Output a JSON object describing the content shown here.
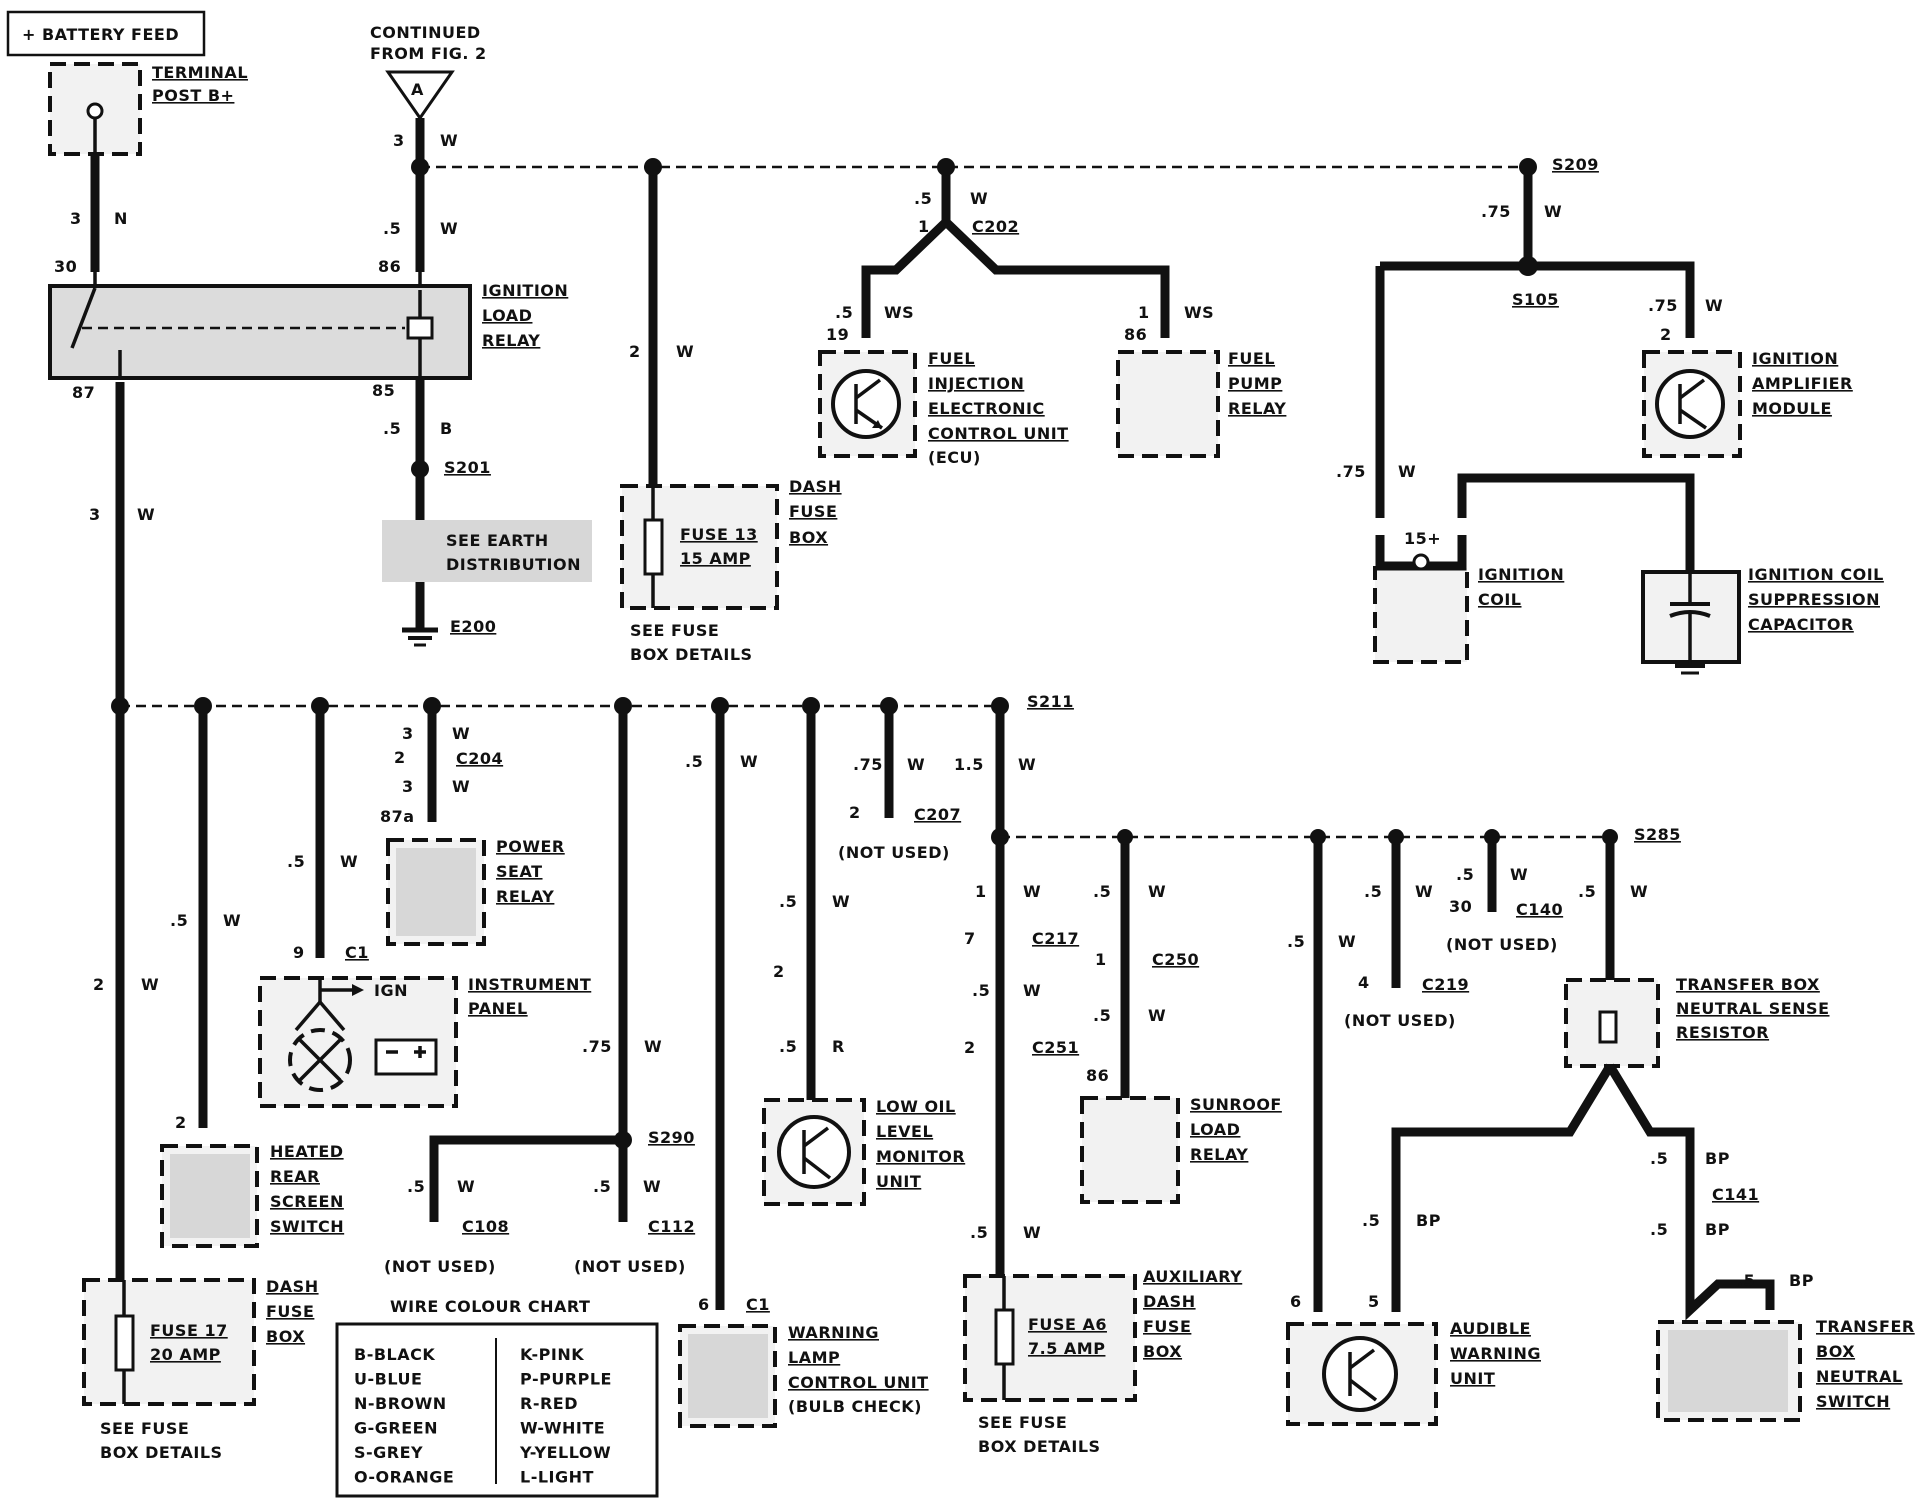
{
  "battery_feed": "+ BATTERY FEED",
  "continued": [
    "CONTINUED",
    "FROM FIG. 2"
  ],
  "connector_a": "A",
  "terminal_post": [
    "TERMINAL",
    "POST B+"
  ],
  "ignition_load_relay": [
    "IGNITION",
    "LOAD",
    "RELAY"
  ],
  "relay_pins": {
    "p30": "30",
    "p86": "86",
    "p87": "87",
    "p85": "85"
  },
  "splices": {
    "s209": "S209",
    "s105": "S105",
    "s201": "S201",
    "s211": "S211",
    "s285": "S285",
    "s290": "S290"
  },
  "earth": {
    "note": [
      "SEE EARTH",
      "DISTRIBUTION"
    ],
    "id": "E200"
  },
  "dash_fuse_box": [
    "DASH",
    "FUSE",
    "BOX"
  ],
  "fuse13": [
    "FUSE 13",
    "15 AMP"
  ],
  "fuse17": [
    "FUSE 17",
    "20 AMP"
  ],
  "fuseA6": [
    "FUSE A6",
    "7.5 AMP"
  ],
  "see_fuse": [
    "SEE FUSE",
    "BOX DETAILS"
  ],
  "auxiliary_fuse_box": [
    "AUXILIARY",
    "DASH",
    "FUSE",
    "BOX"
  ],
  "components": {
    "ecu": [
      "FUEL",
      "INJECTION",
      "ELECTRONIC",
      "CONTROL UNIT",
      "(ECU)"
    ],
    "fuel_pump_relay": [
      "FUEL",
      "PUMP",
      "RELAY"
    ],
    "ignition_amp": [
      "IGNITION",
      "AMPLIFIER",
      "MODULE"
    ],
    "ignition_coil": [
      "IGNITION",
      "COIL"
    ],
    "capacitor": [
      "IGNITION COIL",
      "SUPPRESSION",
      "CAPACITOR"
    ],
    "power_seat_relay": [
      "POWER",
      "SEAT",
      "RELAY"
    ],
    "instrument_panel": [
      "INSTRUMENT",
      "PANEL"
    ],
    "ign_label": "IGN",
    "heated_rear": [
      "HEATED",
      "REAR",
      "SCREEN",
      "SWITCH"
    ],
    "low_oil": [
      "LOW OIL",
      "LEVEL",
      "MONITOR",
      "UNIT"
    ],
    "warning_lamp": [
      "WARNING",
      "LAMP",
      "CONTROL UNIT",
      "(BULB CHECK)"
    ],
    "sunroof_relay": [
      "SUNROOF",
      "LOAD",
      "RELAY"
    ],
    "audible_warning": [
      "AUDIBLE",
      "WARNING",
      "UNIT"
    ],
    "transfer_resistor": [
      "TRANSFER BOX",
      "NEUTRAL SENSE",
      "RESISTOR"
    ],
    "transfer_switch": [
      "TRANSFER",
      "BOX",
      "NEUTRAL",
      "SWITCH"
    ]
  },
  "connectors": {
    "c202": "C202",
    "c204": "C204",
    "c207": "C207",
    "c217": "C217",
    "c250": "C250",
    "c251": "C251",
    "c140": "C140",
    "c219": "C219",
    "c141": "C141",
    "c108": "C108",
    "c112": "C112",
    "c1": "C1"
  },
  "not_used": "(NOT USED)",
  "coil_terminal": "15+",
  "wire_chart": {
    "title": "WIRE COLOUR CHART",
    "left": [
      "B-BLACK",
      "U-BLUE",
      "N-BROWN",
      "G-GREEN",
      "S-GREY",
      "O-ORANGE"
    ],
    "right": [
      "K-PINK",
      "P-PURPLE",
      "R-RED",
      "W-WHITE",
      "Y-YELLOW",
      "L-LIGHT"
    ]
  },
  "wire_labels": [
    [
      "3",
      393,
      146
    ],
    [
      "W",
      440,
      146
    ],
    [
      "3",
      70,
      224
    ],
    [
      "N",
      114,
      224
    ],
    [
      ".5",
      383,
      234
    ],
    [
      "W",
      440,
      234
    ],
    [
      "2",
      629,
      357
    ],
    [
      "W",
      676,
      357
    ],
    [
      ".5",
      914,
      204
    ],
    [
      "W",
      970,
      204
    ],
    [
      "1",
      918,
      232
    ],
    [
      ".5",
      835,
      318
    ],
    [
      "WS",
      884,
      318
    ],
    [
      "19",
      826,
      340
    ],
    [
      "1",
      1138,
      318
    ],
    [
      "WS",
      1184,
      318
    ],
    [
      "86",
      1124,
      340
    ],
    [
      ".75",
      1481,
      217
    ],
    [
      "W",
      1544,
      217
    ],
    [
      ".75",
      1648,
      311
    ],
    [
      "W",
      1705,
      311
    ],
    [
      "2",
      1660,
      340
    ],
    [
      ".75",
      1336,
      477
    ],
    [
      "W",
      1398,
      477
    ],
    [
      ".5",
      383,
      434
    ],
    [
      "B",
      440,
      434
    ],
    [
      "3",
      89,
      520
    ],
    [
      "W",
      137,
      520
    ],
    [
      "3",
      402,
      739
    ],
    [
      "W",
      452,
      739
    ],
    [
      "2",
      394,
      763
    ],
    [
      "3",
      402,
      792
    ],
    [
      "W",
      452,
      792
    ],
    [
      "87a",
      380,
      822
    ],
    [
      ".5",
      287,
      867
    ],
    [
      "W",
      340,
      867
    ],
    [
      "9",
      293,
      958
    ],
    [
      ".5",
      170,
      926
    ],
    [
      "W",
      223,
      926
    ],
    [
      "2",
      93,
      990
    ],
    [
      "W",
      141,
      990
    ],
    [
      "2",
      175,
      1128
    ],
    [
      ".5",
      685,
      767
    ],
    [
      "W",
      740,
      767
    ],
    [
      ".75",
      853,
      770
    ],
    [
      "W",
      907,
      770
    ],
    [
      "2",
      849,
      818
    ],
    [
      "1.5",
      954,
      770
    ],
    [
      "W",
      1018,
      770
    ],
    [
      ".5",
      779,
      907
    ],
    [
      "W",
      832,
      907
    ],
    [
      "2",
      773,
      977
    ],
    [
      ".5",
      779,
      1052
    ],
    [
      "R",
      832,
      1052
    ],
    [
      ".75",
      582,
      1052
    ],
    [
      "W",
      644,
      1052
    ],
    [
      ".5",
      407,
      1192
    ],
    [
      "W",
      457,
      1192
    ],
    [
      ".5",
      593,
      1192
    ],
    [
      "W",
      643,
      1192
    ],
    [
      "1",
      975,
      897
    ],
    [
      "W",
      1023,
      897
    ],
    [
      "7",
      964,
      944
    ],
    [
      ".5",
      972,
      996
    ],
    [
      "W",
      1023,
      996
    ],
    [
      "2",
      964,
      1053
    ],
    [
      ".5",
      970,
      1238
    ],
    [
      "W",
      1023,
      1238
    ],
    [
      ".5",
      1093,
      897
    ],
    [
      "W",
      1148,
      897
    ],
    [
      "1",
      1095,
      965
    ],
    [
      ".5",
      1093,
      1021
    ],
    [
      "W",
      1148,
      1021
    ],
    [
      "86",
      1086,
      1081
    ],
    [
      ".5",
      1287,
      947
    ],
    [
      "W",
      1338,
      947
    ],
    [
      ".5",
      1364,
      897
    ],
    [
      "W",
      1415,
      897
    ],
    [
      "4",
      1358,
      988
    ],
    [
      ".5",
      1456,
      880
    ],
    [
      "W",
      1510,
      880
    ],
    [
      "30",
      1449,
      912
    ],
    [
      ".5",
      1578,
      897
    ],
    [
      "W",
      1630,
      897
    ],
    [
      ".5",
      1362,
      1226
    ],
    [
      "BP",
      1416,
      1226
    ],
    [
      ".5",
      1650,
      1164
    ],
    [
      "BP",
      1705,
      1164
    ],
    [
      ".5",
      1650,
      1235
    ],
    [
      "BP",
      1705,
      1235
    ],
    [
      ".5",
      1737,
      1286
    ],
    [
      "BP",
      1789,
      1286
    ],
    [
      "6",
      1290,
      1307
    ],
    [
      "5",
      1368,
      1307
    ],
    [
      "6",
      698,
      1310
    ]
  ]
}
